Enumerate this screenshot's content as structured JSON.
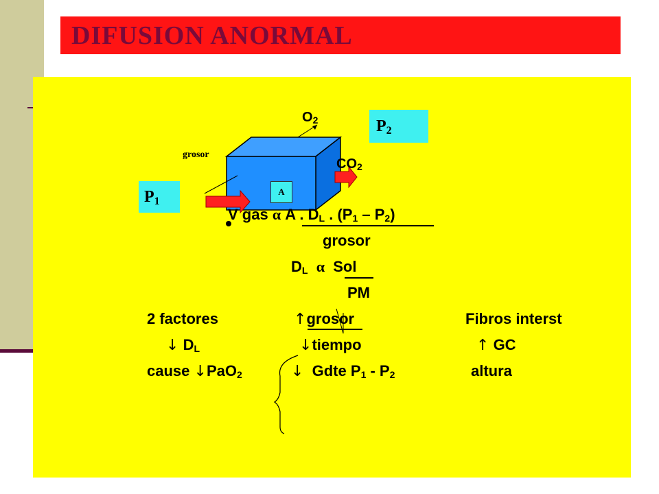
{
  "title": "DIFUSION ANORMAL",
  "diagram": {
    "o2": {
      "base": "O",
      "sub": "2"
    },
    "co2": {
      "base": "CO",
      "sub": "2"
    },
    "grosor": "grosor",
    "area_label": "A",
    "p1": {
      "base": "P",
      "sub": "1"
    },
    "p2": {
      "base": "P",
      "sub": "2"
    }
  },
  "formula": {
    "line1": {
      "v": "V gas",
      "rel": "α",
      "a": "A",
      "d": " . D",
      "l": "L",
      "rest1": " . (P",
      "s1": "1",
      "minus": " – P",
      "s2": "2",
      "close": ")"
    },
    "grosor": "grosor",
    "dl_d": "D",
    "dl_l": "L",
    "alpha": "α",
    "sol": "Sol",
    "pm": "PM"
  },
  "factors": {
    "row1": {
      "a": "2 factores",
      "b_arrow": "↑",
      "b": "grosor",
      "c": "Fibros interst"
    },
    "row2": {
      "a_arrow": "↓",
      "a_d": "D",
      "a_l": "L",
      "b_arrow": "↓",
      "b": "tiempo",
      "c_arrow": "↑",
      "c": "GC"
    },
    "row3": {
      "a": "cause ",
      "a_arrow": "↓",
      "a_pao": "PaO",
      "a_sub": "2",
      "b_arrow": "↓",
      "b": "Gdte  P",
      "b_s1": "1",
      "b_mid": " -  P",
      "b_s2": "2",
      "c": "altura"
    }
  },
  "colors": {
    "title_bar": "#ff1414",
    "title_text": "#7a0a3a",
    "panel": "#ffff00",
    "cube_front": "#1f8fff",
    "label_box": "#3ff0f0",
    "arrow": "#ff2020"
  }
}
